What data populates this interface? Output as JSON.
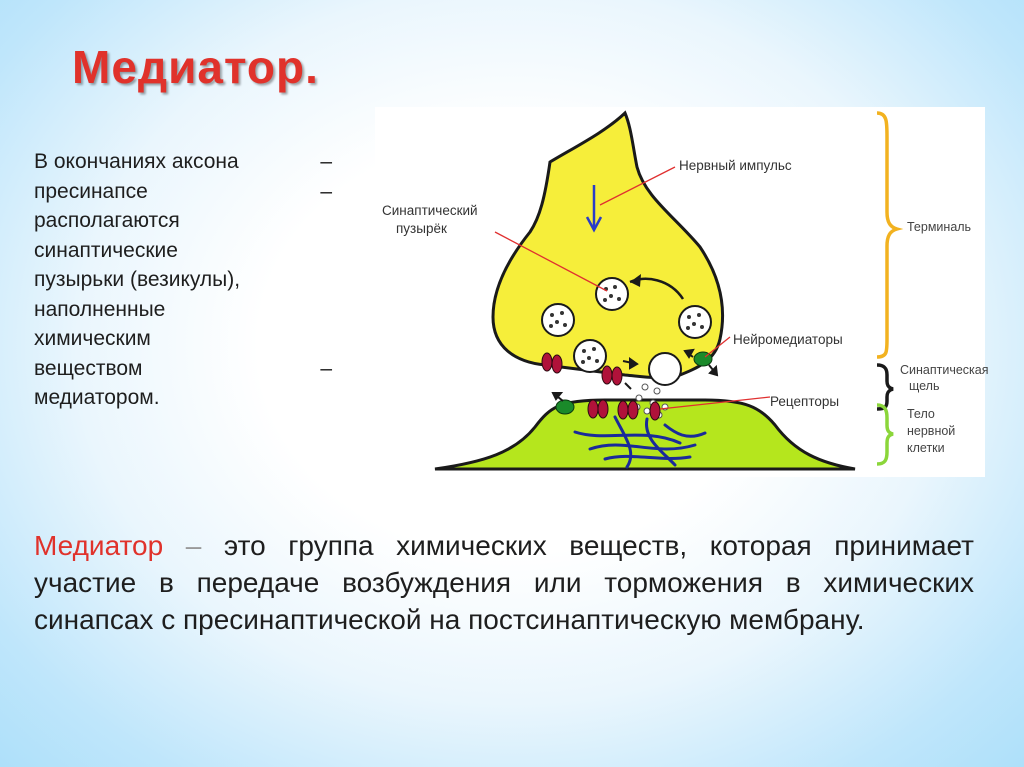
{
  "title": "Медиатор.",
  "left_text": {
    "lines": [
      {
        "text": "В окончаниях аксона",
        "dash": "–"
      },
      {
        "text": "пресинапсе",
        "dash": "–"
      },
      {
        "text": "располагаются",
        "dash": ""
      },
      {
        "text": "синаптические",
        "dash": ""
      },
      {
        "text": "пузырьки  (везикулы),",
        "dash": ""
      },
      {
        "text": "наполненные",
        "dash": ""
      },
      {
        "text": "химическим",
        "dash": ""
      },
      {
        "text": "веществом",
        "dash": "–"
      },
      {
        "text": "медиатором.",
        "dash": ""
      }
    ]
  },
  "diagram": {
    "labels": {
      "nerve_impulse": "Нервный импульс",
      "vesicle_line1": "Синаптический",
      "vesicle_line2": "пузырёк",
      "neuromediators": "Нейромедиаторы",
      "receptors": "Рецепторы",
      "terminal": "Терминаль",
      "cleft_line1": "Синаптическая",
      "cleft_line2": "щель",
      "body_line1": "Тело",
      "body_line2": "нервной",
      "body_line3": "клетки"
    },
    "colors": {
      "terminal_fill": "#f6ee3a",
      "terminal_stroke": "#1a1a1a",
      "postsynaptic_fill": "#b5e61d",
      "receptor": "#b0123a",
      "green_marker": "#1a8a2a",
      "pointer_line": "#e03030",
      "brace_terminal": "#f2b220",
      "brace_cleft": "#1a1a1a",
      "brace_body": "#8bd63a",
      "arrow_blue": "#2a3cc8",
      "fibers": "#1a2a9a"
    }
  },
  "definition": {
    "term": "Медиатор",
    "dash": "–",
    "text": " это группа химических веществ, которая принимает участие в передаче возбуждения или торможения в химических синапсах с пресинаптической на постсинаптическую мембрану."
  }
}
